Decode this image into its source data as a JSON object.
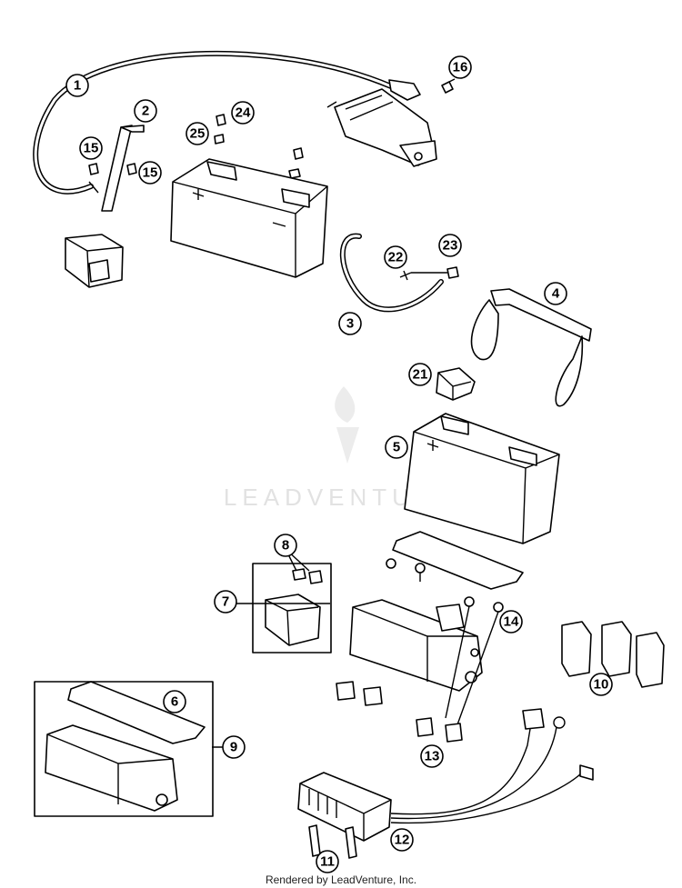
{
  "watermark": {
    "text": "LEADVENTURE"
  },
  "footer": {
    "text": "Rendered by LeadVenture, Inc."
  },
  "callouts": [
    "1",
    "2",
    "3",
    "4",
    "5",
    "6",
    "7",
    "8",
    "9",
    "10",
    "11",
    "12",
    "13",
    "14",
    "15",
    "15",
    "16",
    "21",
    "22",
    "23",
    "24",
    "25"
  ]
}
